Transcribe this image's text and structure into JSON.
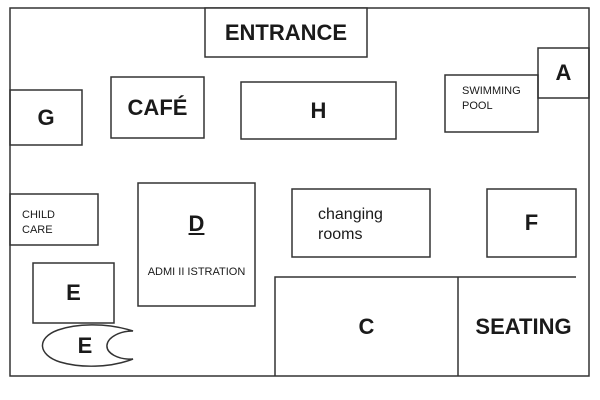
{
  "title": "Leisure centre floor plan",
  "rooms": {
    "entrance": "ENTRANCE",
    "cafe": "CAFÉ",
    "h": "H",
    "g": "G",
    "swimming_pool": "SWIMMING POOL",
    "swimming_line1": "SWIMMING",
    "swimming_line2": "POOL",
    "a": "A",
    "child_care_line1": "CHILD",
    "child_care_line2": "CARE",
    "d": "D",
    "administration": "ADMI II ISTRATION",
    "changing_line1": "changing",
    "changing_line2": "rooms",
    "f": "F",
    "e_box": "E",
    "e_oval": "E",
    "c": "C",
    "seating": "SEATING"
  }
}
